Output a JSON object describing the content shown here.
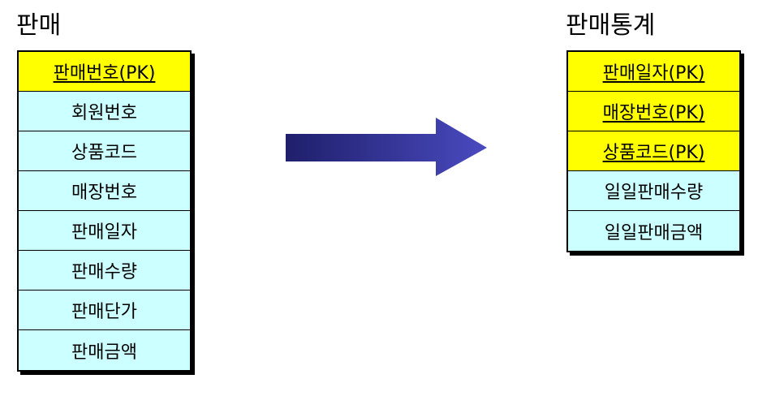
{
  "colors": {
    "primary_key_fill": "#ffff00",
    "attribute_fill": "#ccffff",
    "border": "#000000",
    "arrow_dark": "#1f1f6b",
    "arrow_light": "#4a4ac0"
  },
  "arrow": {
    "icon": "right-arrow-icon"
  },
  "sales": {
    "title": "판매",
    "fields": [
      {
        "label": "판매번호(PK)",
        "pk": true
      },
      {
        "label": "회원번호",
        "pk": false
      },
      {
        "label": "상품코드",
        "pk": false
      },
      {
        "label": "매장번호",
        "pk": false
      },
      {
        "label": "판매일자",
        "pk": false
      },
      {
        "label": "판매수량",
        "pk": false
      },
      {
        "label": "판매단가",
        "pk": false
      },
      {
        "label": "판매금액",
        "pk": false
      }
    ]
  },
  "stats": {
    "title": "판매통계",
    "fields": [
      {
        "label": "판매일자(PK)",
        "pk": true
      },
      {
        "label": "매장번호(PK)",
        "pk": true
      },
      {
        "label": "상품코드(PK)",
        "pk": true
      },
      {
        "label": "일일판매수량",
        "pk": false
      },
      {
        "label": "일일판매금액",
        "pk": false
      }
    ]
  }
}
